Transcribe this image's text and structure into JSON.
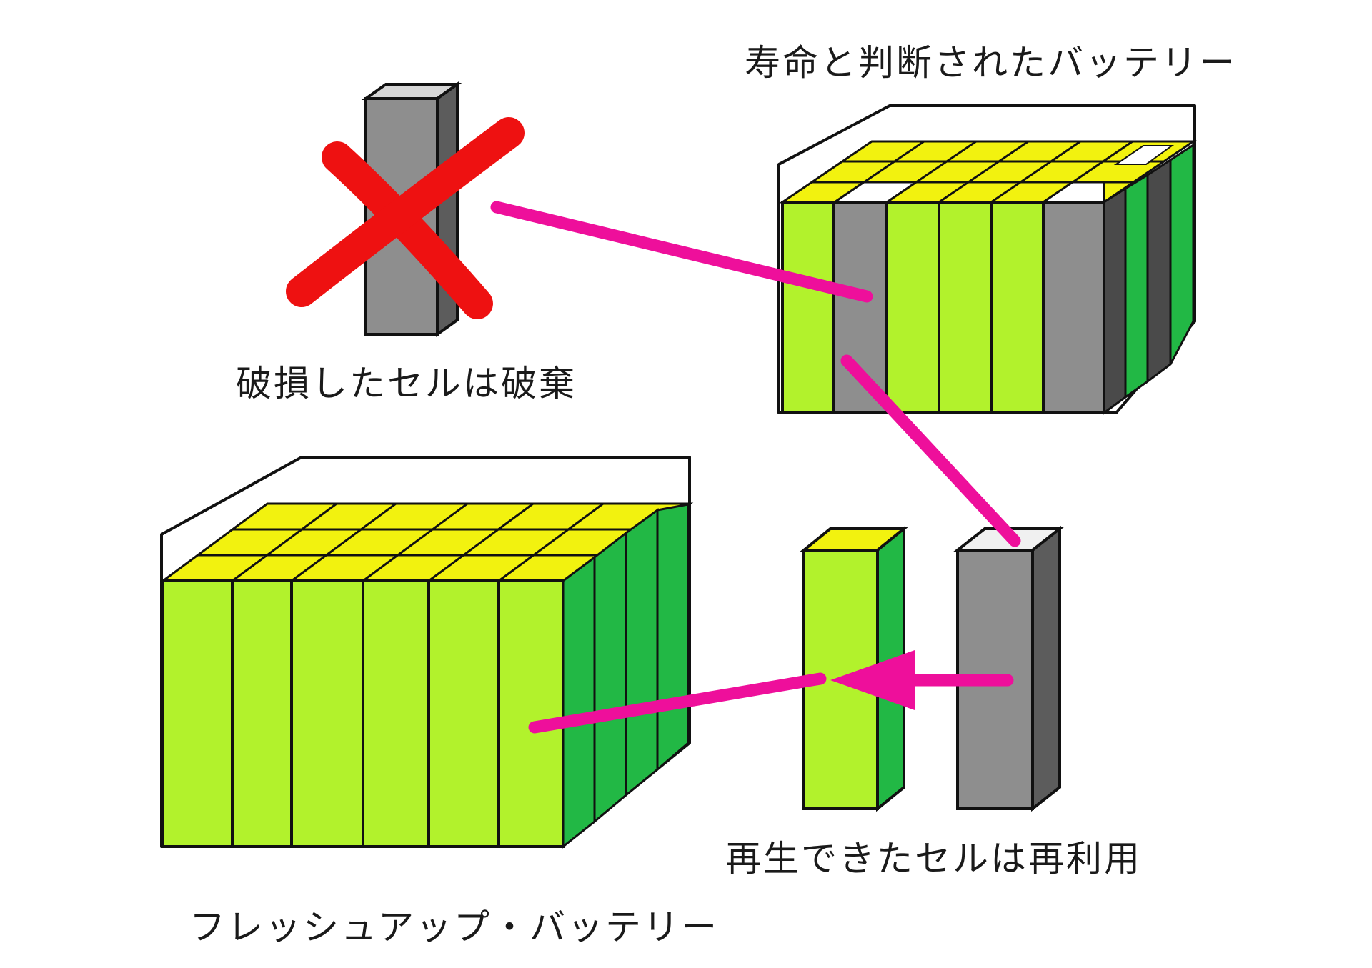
{
  "labels": {
    "used_battery": "寿命と判断されたバッテリー",
    "damaged_cell": "破損したセルは破棄",
    "reusable_cell": "再生できたセルは再利用",
    "refreshed_battery": "フレッシュアップ・バッテリー"
  },
  "colors": {
    "cell_green_front": "#b2f22c",
    "cell_green_side": "#22b845",
    "cell_top": "#f2f20f",
    "cell_gray_front": "#8e8e8e",
    "cell_gray_side": "#5c5c5c",
    "arrow": "#ee0f9b",
    "cross": "#ee1111"
  },
  "icons": {
    "discard_mark": "cross-icon",
    "flow_arrow": "arrow-icon"
  }
}
